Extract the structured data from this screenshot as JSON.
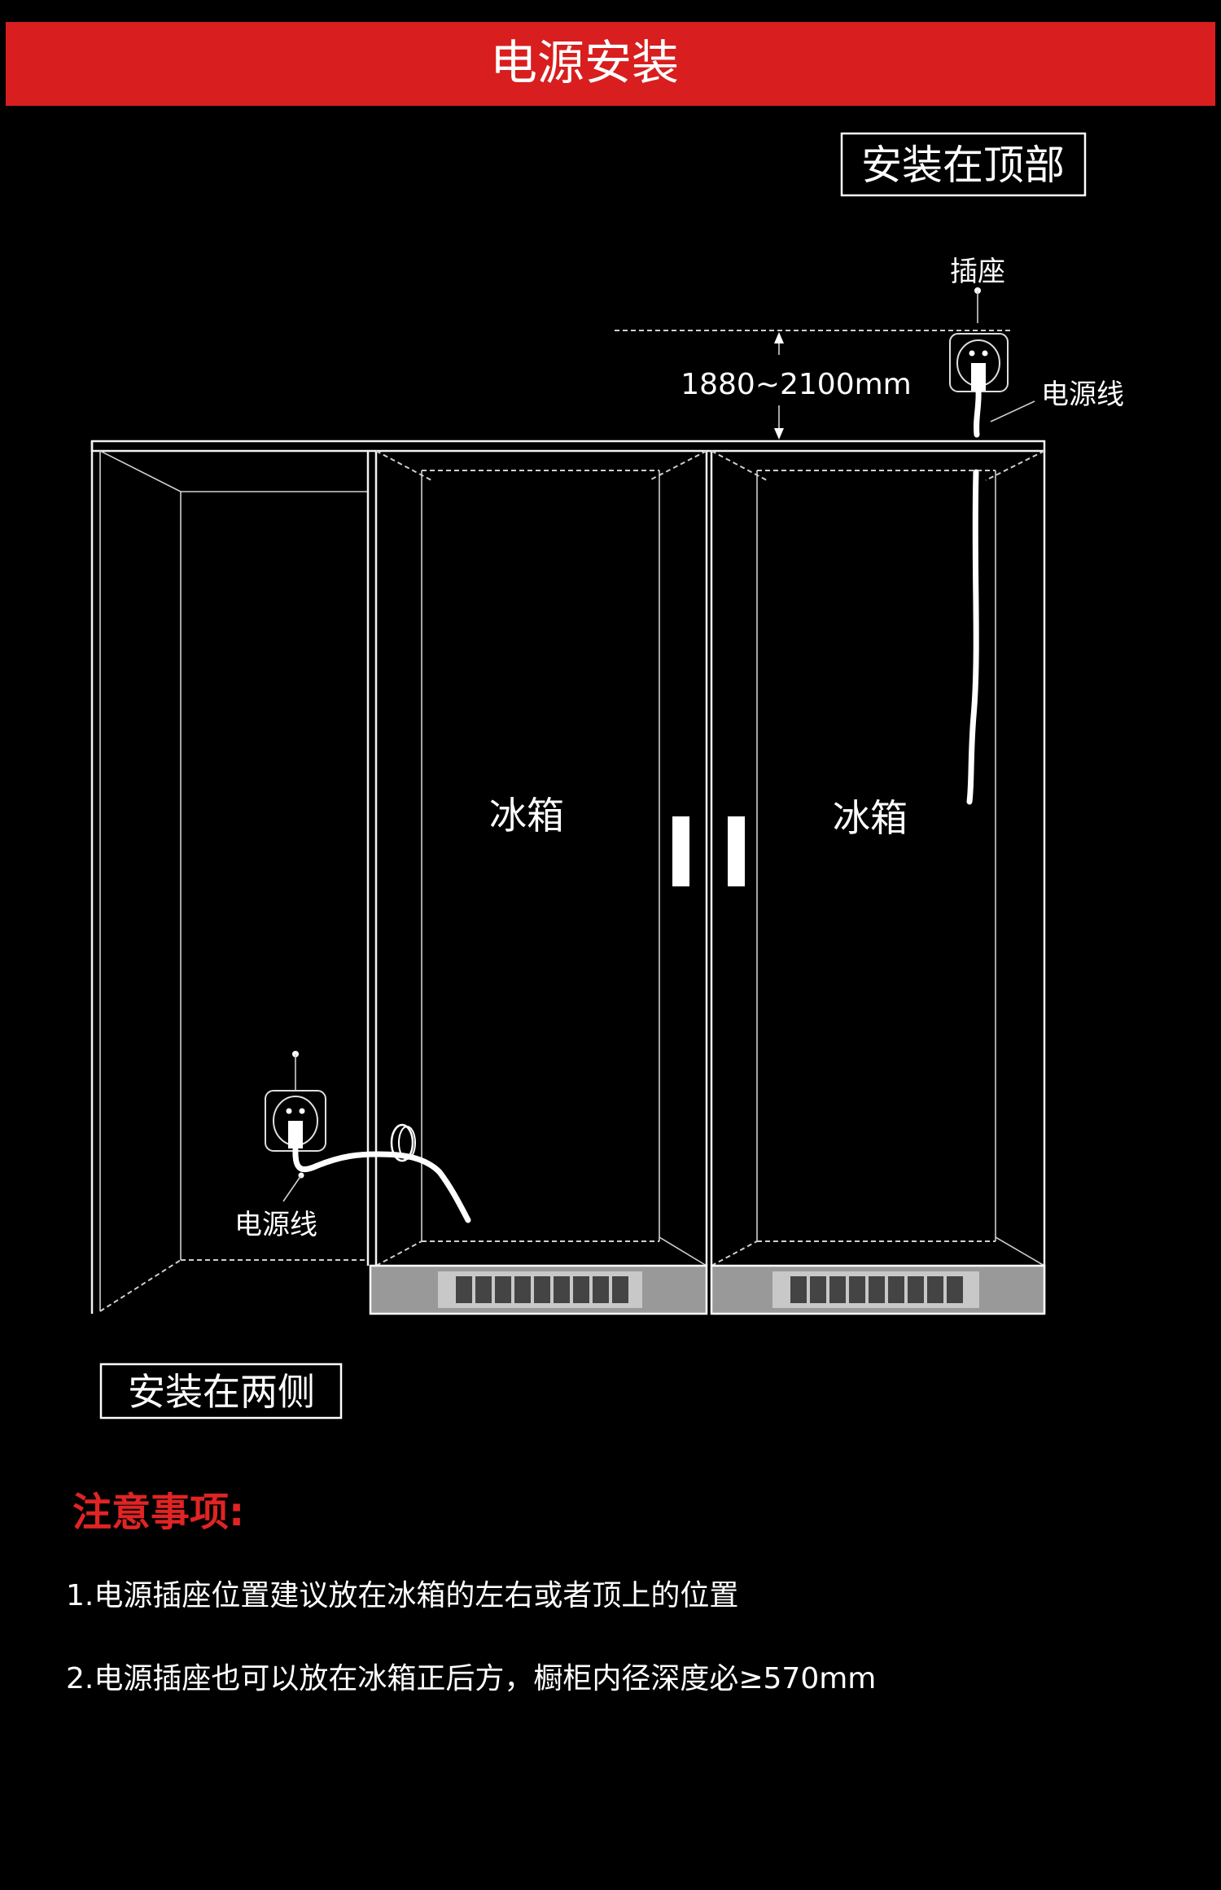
{
  "header": {
    "title": "电源安装",
    "banner_color": "#d81e1e"
  },
  "diagram": {
    "top_install_label": "安装在顶部",
    "socket_label": "插座",
    "height_dimension": "1880~2100mm",
    "power_cord_label_top": "电源线",
    "fridge_left_label": "冰箱",
    "fridge_right_label": "冰箱",
    "power_cord_label_side": "电源线",
    "side_install_label": "安装在两侧"
  },
  "notes": {
    "title": "注意事项:",
    "title_color": "#e02424",
    "items": [
      "1.电源插座位置建议放在冰箱的左右或者顶上的位置",
      "2.电源插座也可以放在冰箱正后方，橱柜内径深度必≥570mm"
    ]
  }
}
